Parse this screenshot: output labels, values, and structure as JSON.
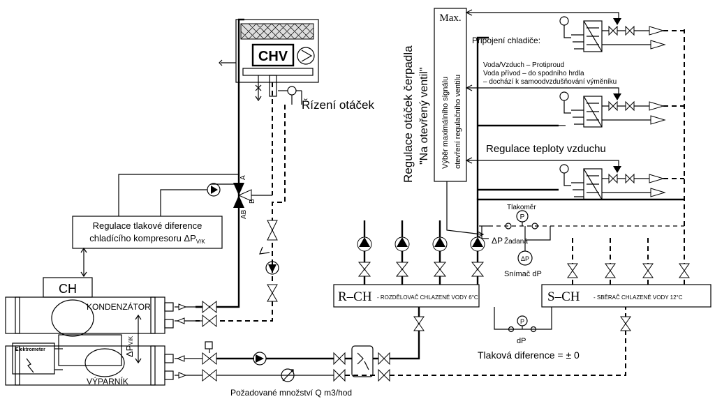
{
  "labels": {
    "chv": "CHV",
    "rizeni_otacek": "Řízení otáček",
    "max": "Max.",
    "regulace_cerpadla_1": "Regulace otáček čerpadla",
    "regulace_cerpadla_2": "\"Na otevřený ventil\"",
    "vyber_1": "Výběr maximálního signálu",
    "vyber_2": "otevření regulačního ventilu",
    "pripojeni": "Připojení chladiče:",
    "voda_vzduch": "Voda/Vzduch – Protiproud",
    "voda_privod": "Voda přívod – do spodního hrdla",
    "dochazi": "– dochází k samoodvzdušňování výměníku",
    "regulace_teploty": "Regulace teploty vzduchu",
    "regulace_tlakove_1": "Regulace tlakové diference",
    "regulace_tlakove_2": "chladícího kompresoru ΔP",
    "regulace_tlakove_sub": "V/K",
    "ch": "CH",
    "kondenzator": "KONDENZÁTOR",
    "vyparnik": "VÝPARNÍK",
    "elektrometer": "Elektrometer",
    "dp_vk": "ΔP",
    "dp_vk_sub": "V/K",
    "tlakomer": "Tlakoměr",
    "zadana": "Žadaná",
    "snimac": "Snímač dP",
    "dp_small": "ΔP",
    "r_ch": "R–CH",
    "r_ch_desc": "- ROZDĚLOVAČ CHLAZENÉ VODY 6°C",
    "s_ch": "S–CH",
    "s_ch_desc": "- SBĚRAČ CHLAZENÉ VODY 12°C",
    "dp_bottom": "dP",
    "tlakova_diference": "Tlaková diference = ± 0",
    "pozadovane": "Požadované množství Q m3/hod",
    "valve_a": "A",
    "valve_b": "B",
    "valve_ab": "AB",
    "p": "P",
    "dp_gauge": "ΔP"
  }
}
